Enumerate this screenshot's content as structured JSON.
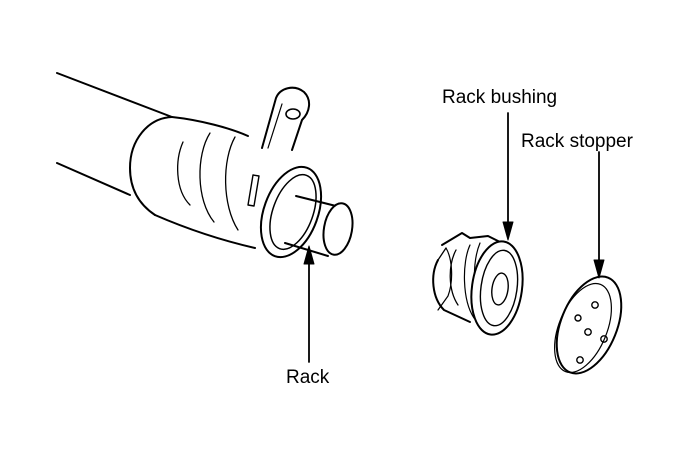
{
  "labels": {
    "rack_bushing": "Rack bushing",
    "rack_stopper": "Rack stopper",
    "rack": "Rack"
  },
  "colors": {
    "line": "#000000",
    "background": "#ffffff"
  }
}
